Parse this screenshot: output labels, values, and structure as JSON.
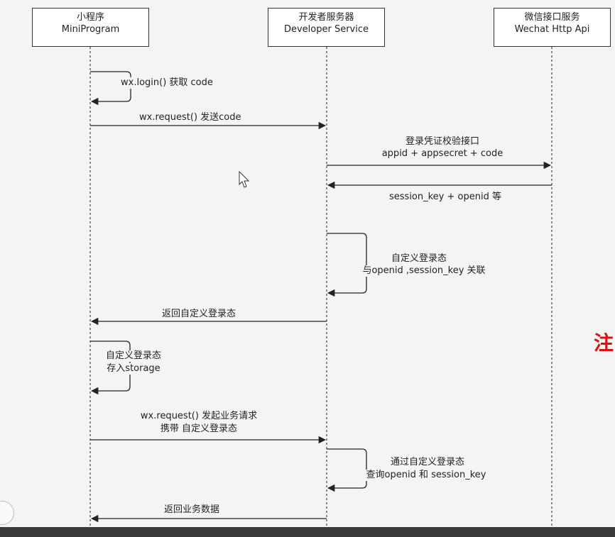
{
  "actors": {
    "miniprogram": {
      "line1": "小程序",
      "line2": "MiniProgram"
    },
    "developer": {
      "line1": "开发者服务器",
      "line2": "Developer Service"
    },
    "wechat": {
      "line1": "微信接口服务",
      "line2": "Wechat Http Api"
    }
  },
  "messages": {
    "login": "wx.login() 获取 code",
    "request_code": "wx.request() 发送code",
    "verify_line1": "登录凭证校验接口",
    "verify_line2": "appid + appsecret + code",
    "session_return": "session_key + openid 等",
    "custom_line1": "自定义登录态",
    "custom_line2": "与openid ,session_key 关联",
    "return_custom": "返回自定义登录态",
    "store_line1": "自定义登录态",
    "store_line2": "存入storage",
    "biz_line1": "wx.request() 发起业务请求",
    "biz_line2": "携带 自定义登录态",
    "query_line1": "通过自定义登录态",
    "query_line2": "查询openid 和 session_key",
    "return_biz": "返回业务数据"
  },
  "side_note": "注",
  "colors": {
    "line": "#222222",
    "note": "#dd1111",
    "bar": "#3a3a3a"
  }
}
